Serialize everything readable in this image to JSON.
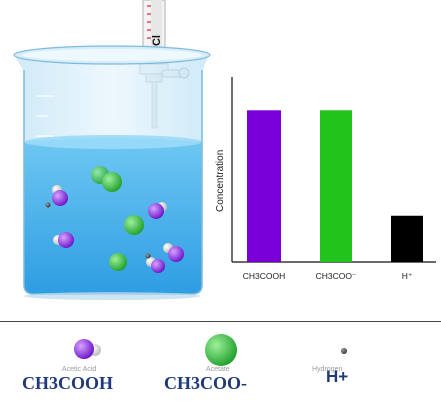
{
  "pipette_label": "HCl",
  "chart_data": {
    "type": "bar",
    "ylabel": "Concentration",
    "categories": [
      "CH3COOH",
      "CH3COO⁻",
      "H⁺"
    ],
    "values": [
      0.82,
      0.82,
      0.25
    ],
    "colors": [
      "#7a00d8",
      "#22c31a",
      "#000000"
    ],
    "ylim": [
      0,
      1.0
    ],
    "grid": false
  },
  "legend": {
    "items": [
      {
        "label": "CH3COOH",
        "icon": "acetic-acid-molecule-icon"
      },
      {
        "label": "CH3COO-",
        "icon": "acetate-ion-icon"
      },
      {
        "label": "H+",
        "icon": "hydrogen-ion-icon"
      }
    ],
    "faint_text": [
      "Acetic Acid",
      "Acetate",
      "Hydrogen"
    ]
  }
}
